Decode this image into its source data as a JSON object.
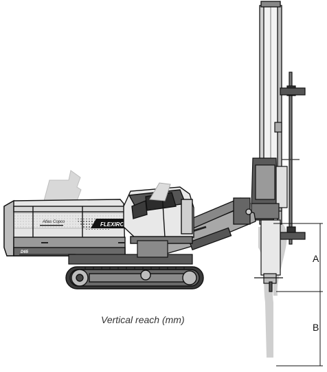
{
  "machine": {
    "brand_logo": "Atlas Copco",
    "model_badge": "FLEXIROC",
    "side_label": "D65"
  },
  "dimensions": {
    "a_label": "A",
    "b_label": "B"
  },
  "caption": "Vertical reach (mm)",
  "colors": {
    "body_light": "#e6e6e6",
    "body_mid": "#9a9a9a",
    "body_dark": "#4a4a4a",
    "ghost": "#cfcfcf",
    "outline": "#111111"
  }
}
